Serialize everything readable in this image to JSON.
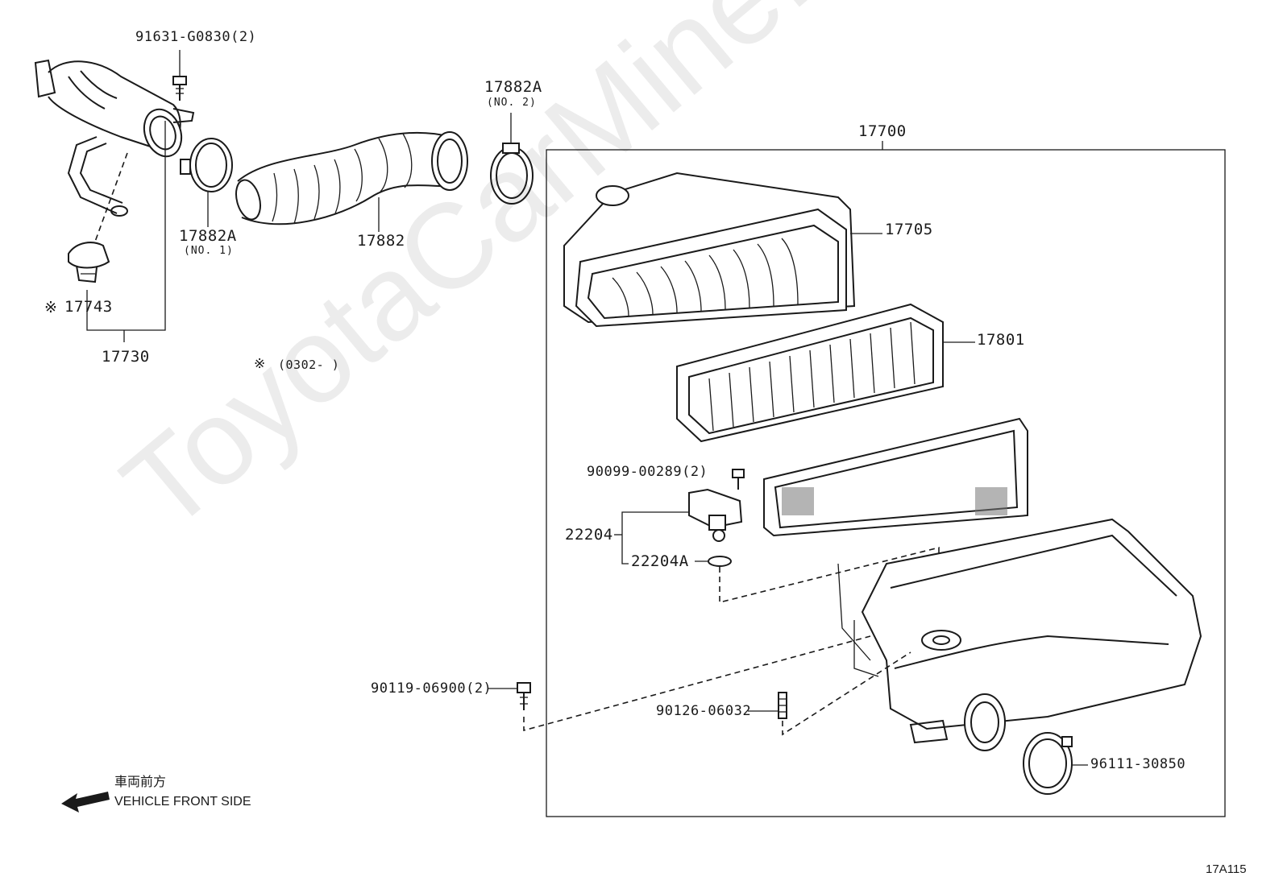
{
  "watermark": "ToyotaCarMine.ru",
  "labels": {
    "p17730": "17730",
    "p17743": "17743",
    "mark_17743": "※",
    "p91631": "91631-G0830(2)",
    "p17882a_1": "17882A",
    "p17882a_1_sub": "(NO. 1)",
    "p17882": "17882",
    "p17882a_2": "17882A",
    "p17882a_2_sub": "(NO. 2)",
    "note_mark": "※",
    "note_range": "(0302-      )",
    "p17700": "17700",
    "p17705": "17705",
    "p17801": "17801",
    "p90099": "90099-00289(2)",
    "p22204": "22204",
    "p22204a": "22204A",
    "p90119": "90119-06900(2)",
    "p90126": "90126-06032",
    "p96111": "96111-30850",
    "vehicle_jp": "車両前方",
    "vehicle_en": "VEHICLE FRONT SIDE",
    "figure_id": "17A115"
  }
}
